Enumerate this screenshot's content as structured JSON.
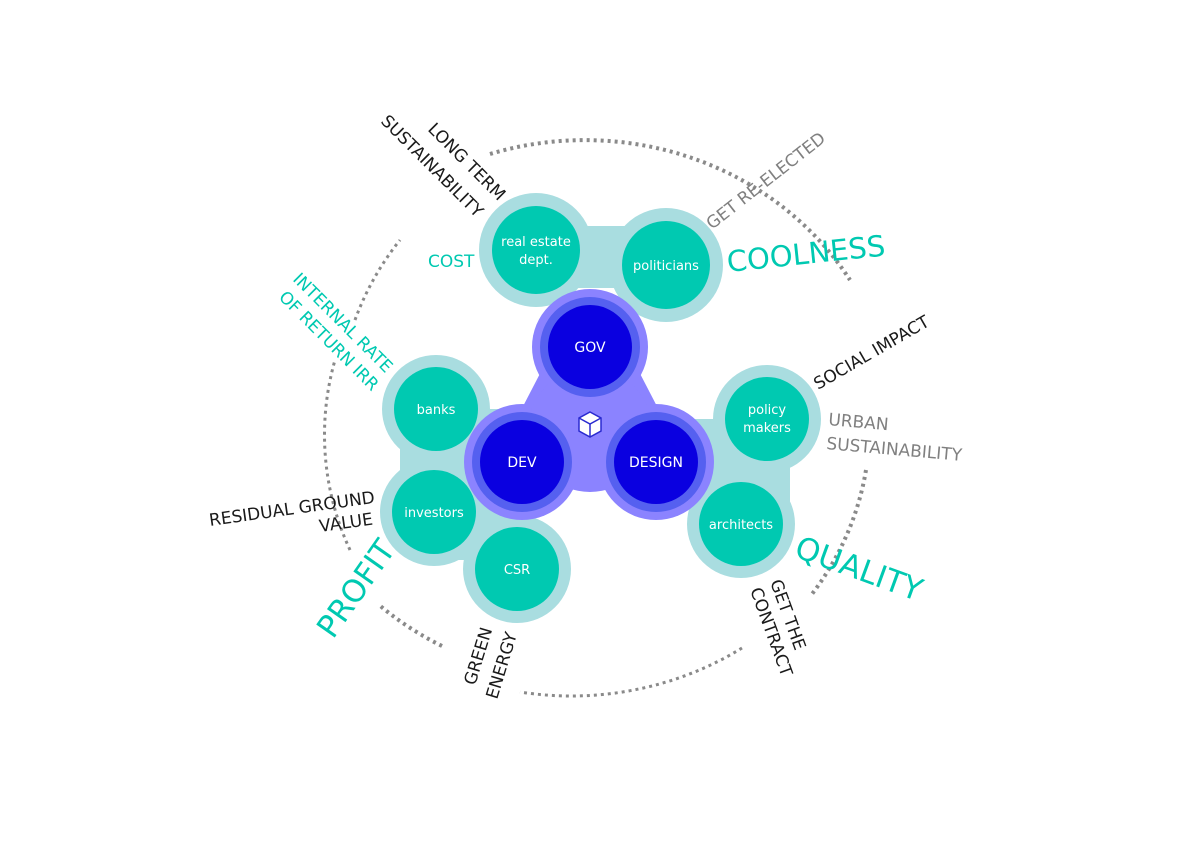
{
  "colors": {
    "teal": "#00c9b1",
    "halo": "#a9dde0",
    "core_purple": "#8b83ff",
    "core_ring": "#5560f0",
    "core_blue": "#0a00e0",
    "ring_gray": "#8a8a8a",
    "text_dark": "#1a1a1a",
    "text_gray": "#808080"
  },
  "core": {
    "gov": "GOV",
    "dev": "DEV",
    "design": "DESIGN",
    "center_icon": "cube-icon"
  },
  "stakeholders": {
    "real_estate_1": "real estate",
    "real_estate_2": "dept.",
    "politicians": "politicians",
    "banks": "banks",
    "investors": "investors",
    "csr": "CSR",
    "policy_1": "policy",
    "policy_2": "makers",
    "architects": "architects"
  },
  "drivers": {
    "coolness": "COOLNESS",
    "profit": "PROFIT",
    "quality": "QUALITY"
  },
  "annotations": {
    "cost": "COST",
    "long_term_1": "LONG TERM",
    "long_term_2": "SUSTAINABILITY",
    "get_reelected": "GET RE-ELECTED",
    "irr_1": "INTERNAL RATE",
    "irr_2": "OF RETURN IRR",
    "social_impact": "SOCIAL IMPACT",
    "urban_1": "URBAN",
    "urban_2": "SUSTAINABILITY",
    "residual_1": "RESIDUAL GROUND",
    "residual_2": "VALUE",
    "green_1": "GREEN",
    "green_2": "ENERGY",
    "contract_1": "GET THE",
    "contract_2": "CONTRACT"
  }
}
